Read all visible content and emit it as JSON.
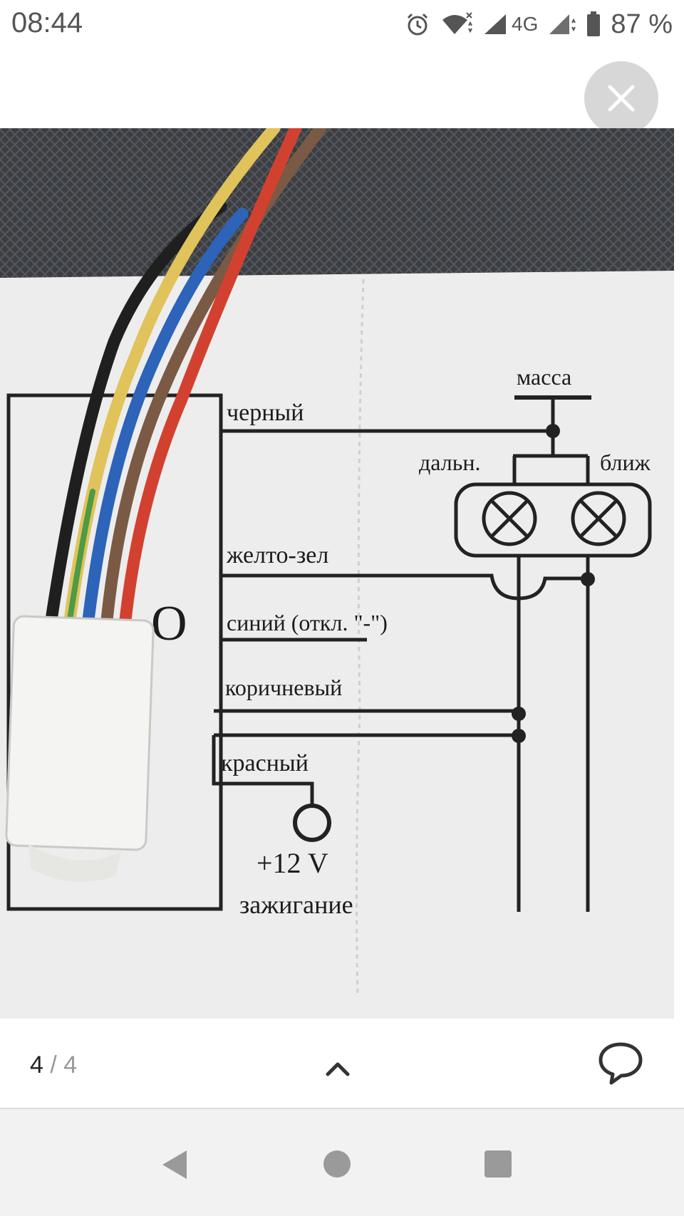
{
  "status_bar": {
    "time": "08:44",
    "network": "4G",
    "battery": "87 %",
    "icons": [
      "alarm-icon",
      "wifi-icon",
      "signal-icon",
      "signal-icon",
      "battery-icon"
    ]
  },
  "viewer": {
    "close_icon": "close-icon",
    "current": "4",
    "separator": "/",
    "total": "4",
    "expand_icon": "chevron-up-icon",
    "comment_icon": "comment-icon"
  },
  "diagram": {
    "label_massa": "масса",
    "label_daln": "дальн.",
    "label_blizh": "ближ",
    "label_black": "черный",
    "label_yellow_green": "желто-зел",
    "label_blue": "синий (откл. \"-\")",
    "label_brown": "коричневый",
    "label_red": "красный",
    "label_12v": "+12 V",
    "label_ignition": "зажигание",
    "module_letter": "O"
  },
  "colors": {
    "wire_black": "#1f1f1f",
    "wire_yellow": "#e0c35a",
    "wire_green": "#4f9a45",
    "wire_blue": "#2d63b8",
    "wire_brown": "#7a5a45",
    "wire_red": "#d2412f",
    "paper": "#ececec",
    "background_fabric": "#3a3d40"
  },
  "nav_bar": {
    "back_icon": "back-triangle-icon",
    "home_icon": "home-circle-icon",
    "recents_icon": "recents-square-icon"
  }
}
